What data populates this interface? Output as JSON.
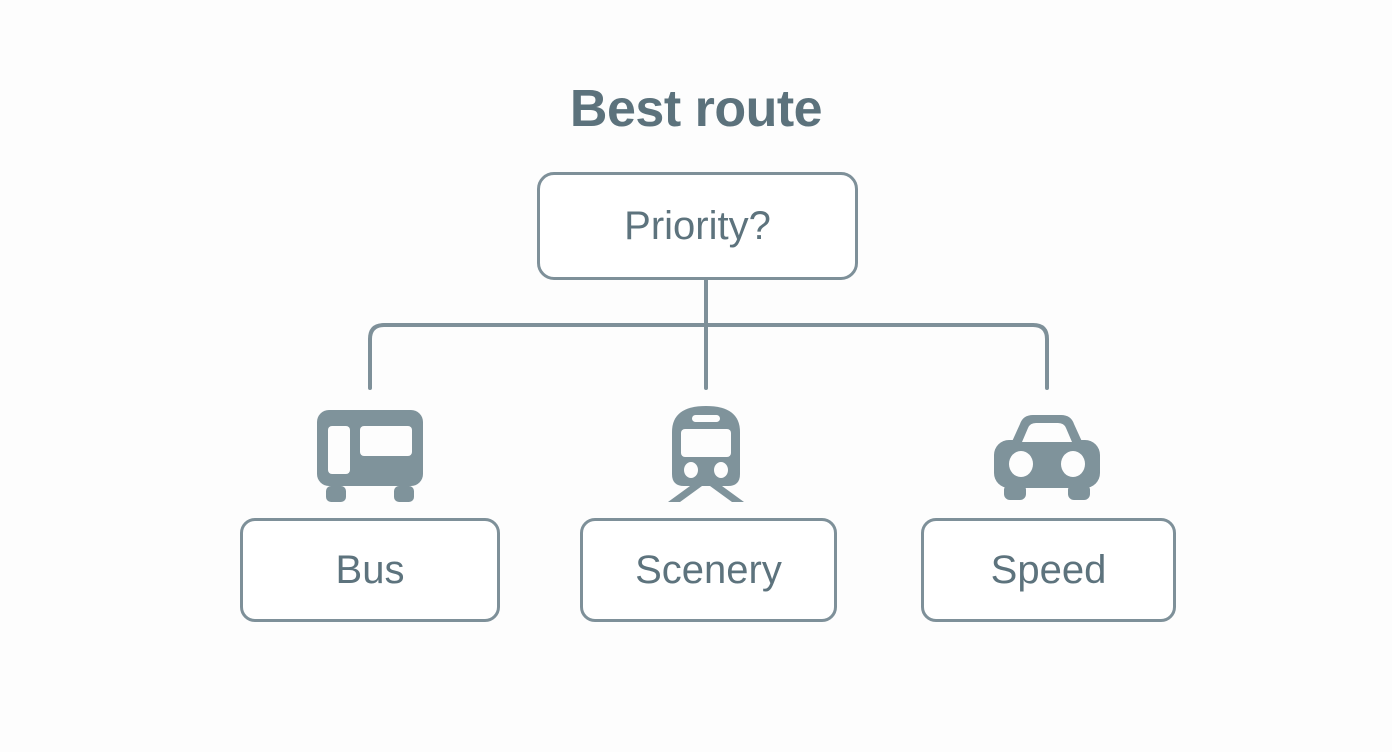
{
  "diagram": {
    "title": "Best route",
    "type": "decision-tree",
    "orientation": "top-down",
    "root": {
      "label": "Priority?",
      "shape": "rounded-rectangle"
    },
    "branches": [
      {
        "icon": "bus-icon",
        "label": "Bus"
      },
      {
        "icon": "train-icon",
        "label": "Scenery"
      },
      {
        "icon": "car-icon",
        "label": "Speed"
      }
    ],
    "colors": {
      "background": "#fdfdfd",
      "stroke": "#7e9099",
      "text": "#5d737d",
      "title": "#5c727c",
      "icon_fill": "#7f939b",
      "box_fill": "#ffffff"
    }
  }
}
